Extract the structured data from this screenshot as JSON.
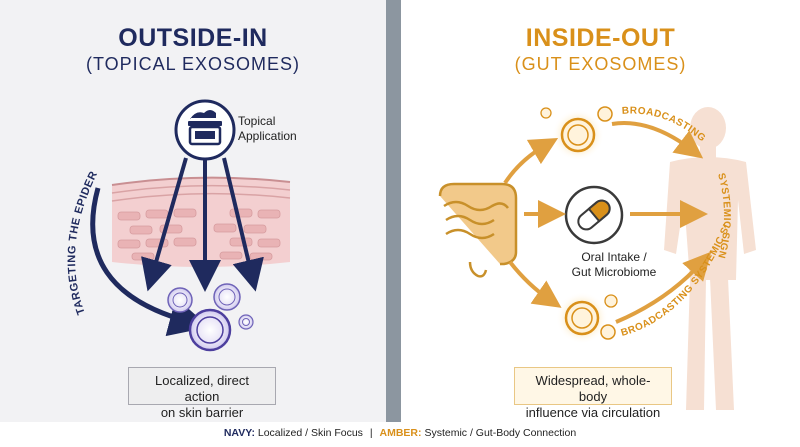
{
  "left": {
    "title": "OUTSIDE-IN",
    "subtitle": "(TOPICAL EXOSOMES)",
    "topical_label_1": "Topical",
    "topical_label_2": "Application",
    "curve_label": "TARGETING THE EPIDERMIS",
    "summary_1": "Localized, direct action",
    "summary_2": "on skin barrier"
  },
  "right": {
    "title": "INSIDE-OUT",
    "subtitle": "(GUT EXOSOMES)",
    "oral_label_1": "Oral Intake /",
    "oral_label_2": "Gut Microbiome",
    "top_curve_label": "BROADCASTING",
    "right_curve_label": "SYSTEMIC SIGNAL",
    "bottom_curve_label": "BROADCASTING SYSTEMIC SIGNAL",
    "summary_1": "Widespread, whole-body",
    "summary_2": "influence via circulation"
  },
  "footer": {
    "navy_key": "NAVY:",
    "navy_text": "Localized / Skin Focus",
    "separator": "|",
    "amber_key": "AMBER:",
    "amber_text": "Systemic / Gut-Body Connection"
  },
  "colors": {
    "navy": "#1f2a5e",
    "amber": "#d9901a",
    "divider": "#8c96a0"
  },
  "icons": {
    "topical": "cream-jar-icon",
    "oral": "capsule-icon"
  }
}
